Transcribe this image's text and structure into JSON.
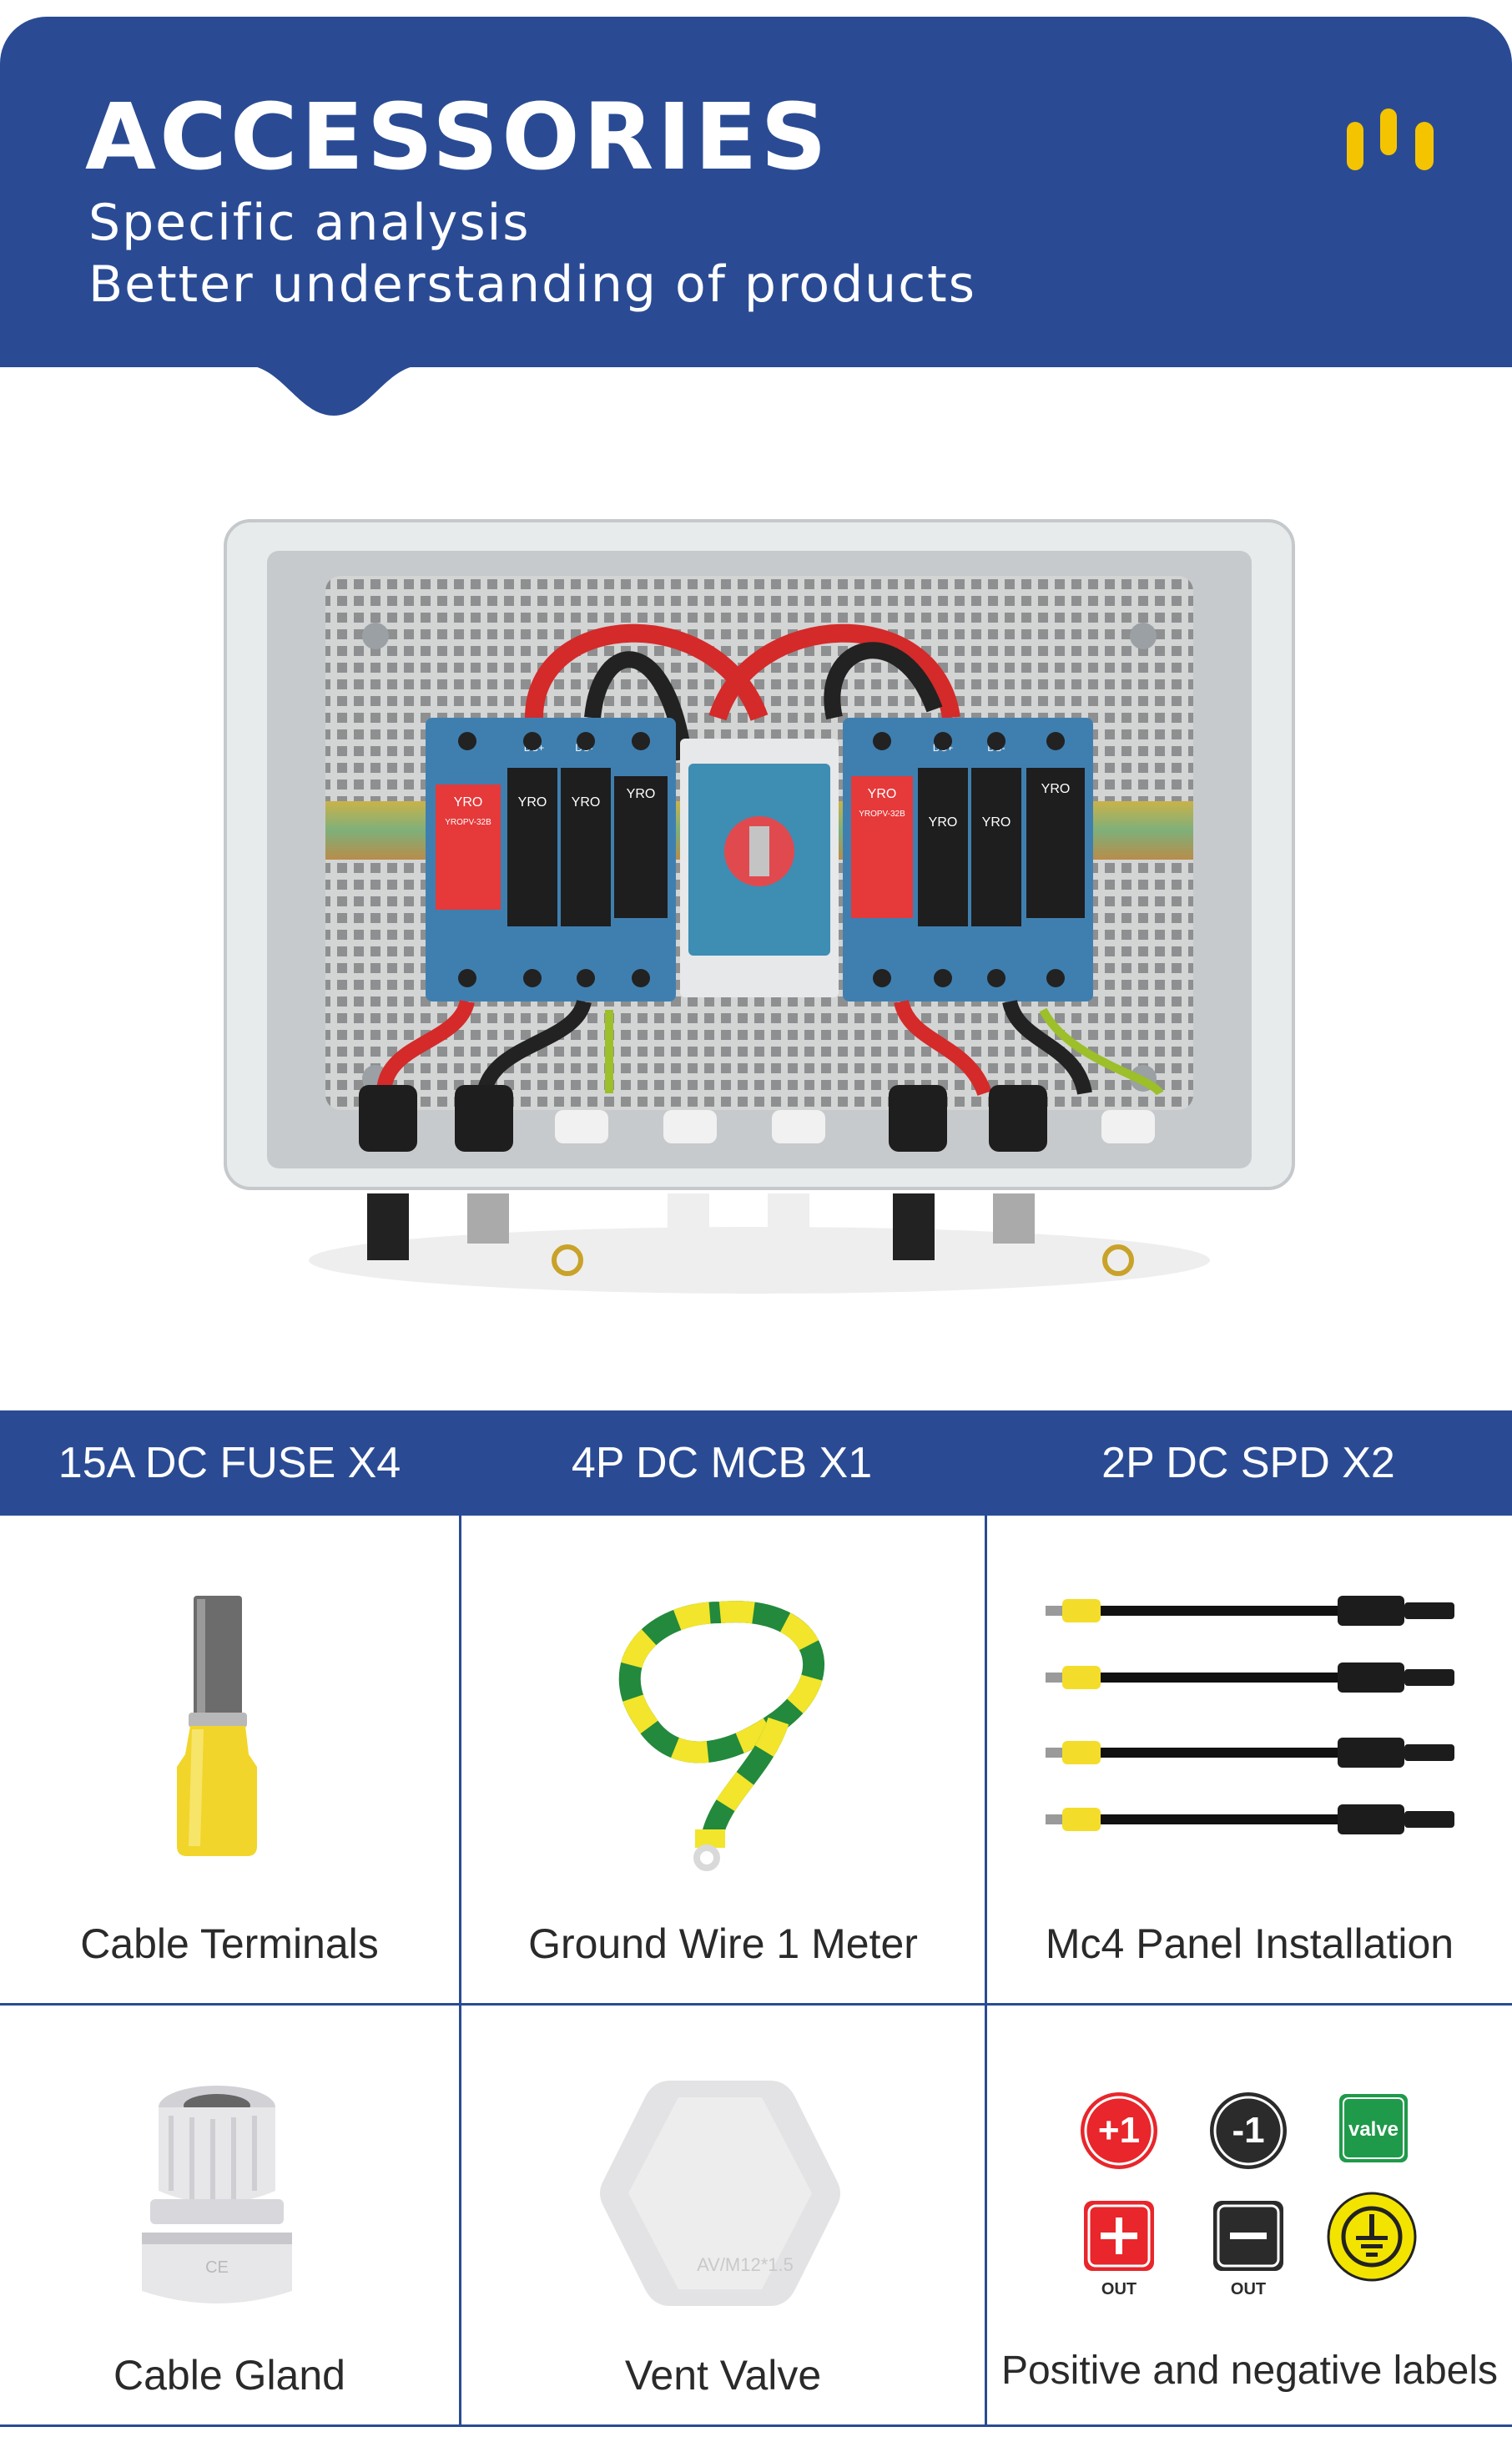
{
  "header": {
    "title": "ACCESSORIES",
    "subtitle_line1": "Specific analysis",
    "subtitle_line2": "Better understanding of products",
    "logo_icon": "brand-logo-icon"
  },
  "product": {
    "brand": "YRO",
    "spd_model": "YROPV-32B",
    "pole_positive": "DC+",
    "pole_negative": "DC-"
  },
  "specs": [
    {
      "label": "15A DC FUSE X4"
    },
    {
      "label": "4P DC MCB X1"
    },
    {
      "label": "2P DC SPD X2"
    }
  ],
  "accessories": [
    {
      "label": "Cable Terminals",
      "icon": "cable-terminal-icon"
    },
    {
      "label": "Ground Wire 1 Meter",
      "icon": "ground-wire-icon"
    },
    {
      "label": "Mc4 Panel Installation",
      "icon": "mc4-connector-icon"
    },
    {
      "label": "Cable Gland",
      "icon": "cable-gland-icon"
    },
    {
      "label": "Vent Valve",
      "icon": "vent-valve-icon",
      "marking": "AV/M12*1.5"
    },
    {
      "label": "Positive and negative labels",
      "icon": "polarity-labels-icon"
    }
  ],
  "polarity_labels": {
    "plus_one": "+1",
    "minus_one": "-1",
    "valve": "valve",
    "out_plus": "OUT",
    "out_minus": "OUT"
  },
  "colors": {
    "brand_blue": "#2a4b94",
    "label_red": "#e8262b",
    "label_black": "#2b2b2b",
    "label_green": "#1f9a4a",
    "ground_yellow": "#f3e400"
  }
}
